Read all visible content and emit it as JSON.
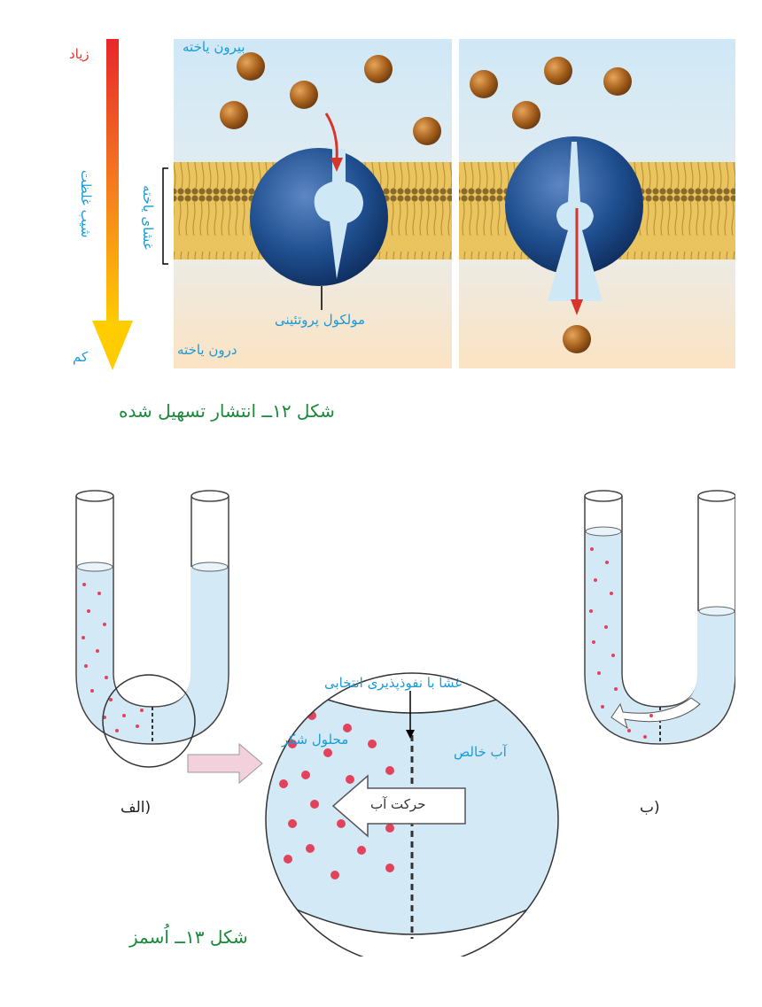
{
  "fig12": {
    "outside_label": "بیرون یاخته",
    "inside_label": "درون یاخته",
    "membrane_label": "غشای یاخته",
    "protein_label": "مولکول پروتئینی",
    "gradient_high": "زیاد",
    "gradient_title": "شیب غلظت",
    "gradient_low": "کم",
    "caption": "شکل ۱۲ــ انتشار تسهیل شده"
  },
  "fig13": {
    "membrane_label": "غشا با نفوذپذیری انتخابی",
    "sugar_label": "محلول شکر",
    "water_label": "آب خالص",
    "movement_label": "حرکت آب",
    "panel_a_label": "الف)",
    "panel_b_label": "ب)",
    "caption": "شکل ۱۳ــ اُسمز"
  },
  "colors": {
    "outside": "#cfe8f6",
    "inside": "#fbe3c3",
    "protein": "#1f4f8f",
    "particle": "#a5601c",
    "arrow": "#d8352a",
    "label_blue": "#1b9ad6",
    "caption_green": "#1a8a3a",
    "sugar_dot": "#e2425c"
  }
}
